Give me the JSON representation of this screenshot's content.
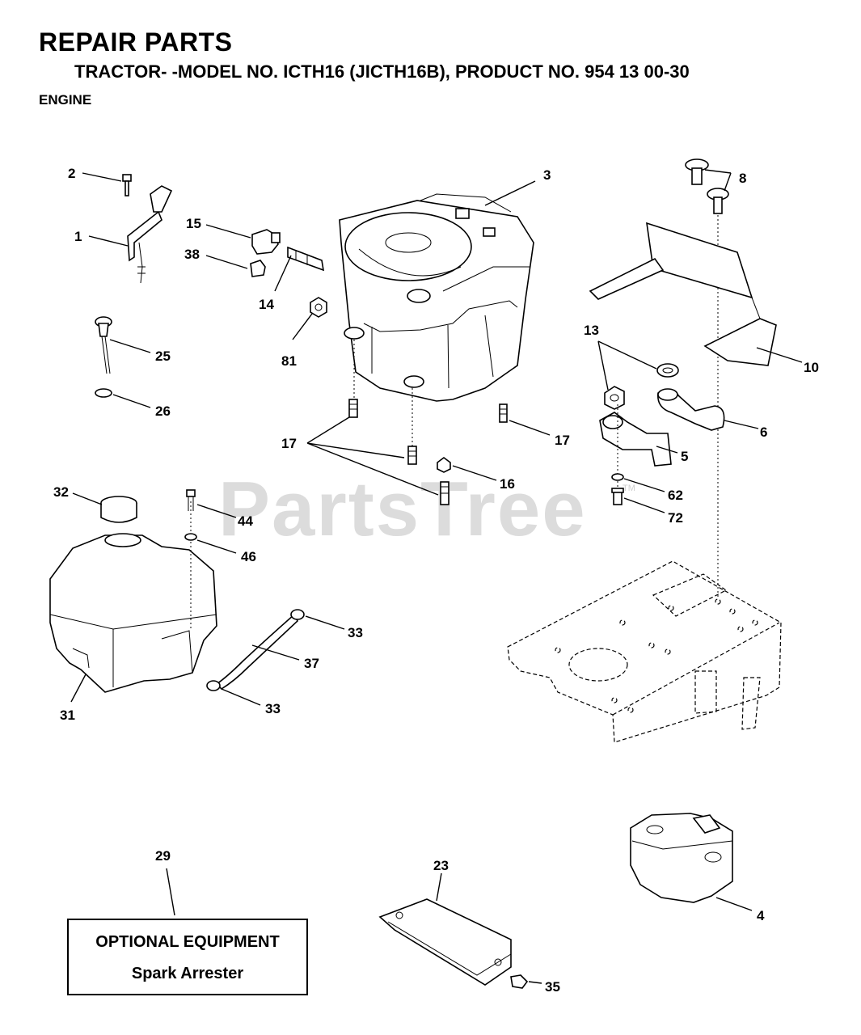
{
  "header": {
    "title": "REPAIR PARTS",
    "subtitle": "TRACTOR- -MODEL NO. ICTH16 (JICTH16B), PRODUCT NO. 954 13 00-30",
    "section": "ENGINE"
  },
  "watermark": {
    "text": "PartsTree",
    "mark": "TM"
  },
  "optional_box": {
    "line1": "OPTIONAL EQUIPMENT",
    "line2": "Spark Arrester"
  },
  "callouts": {
    "c1": "1",
    "c2": "2",
    "c3": "3",
    "c4": "4",
    "c5": "5",
    "c6": "6",
    "c8": "8",
    "c10": "10",
    "c13": "13",
    "c14": "14",
    "c15": "15",
    "c16": "16",
    "c17a": "17",
    "c17b": "17",
    "c23": "23",
    "c25": "25",
    "c26": "26",
    "c29": "29",
    "c31": "31",
    "c32": "32",
    "c33a": "33",
    "c33b": "33",
    "c35": "35",
    "c37": "37",
    "c38": "38",
    "c44": "44",
    "c46": "46",
    "c62": "62",
    "c72": "72",
    "c81": "81"
  }
}
